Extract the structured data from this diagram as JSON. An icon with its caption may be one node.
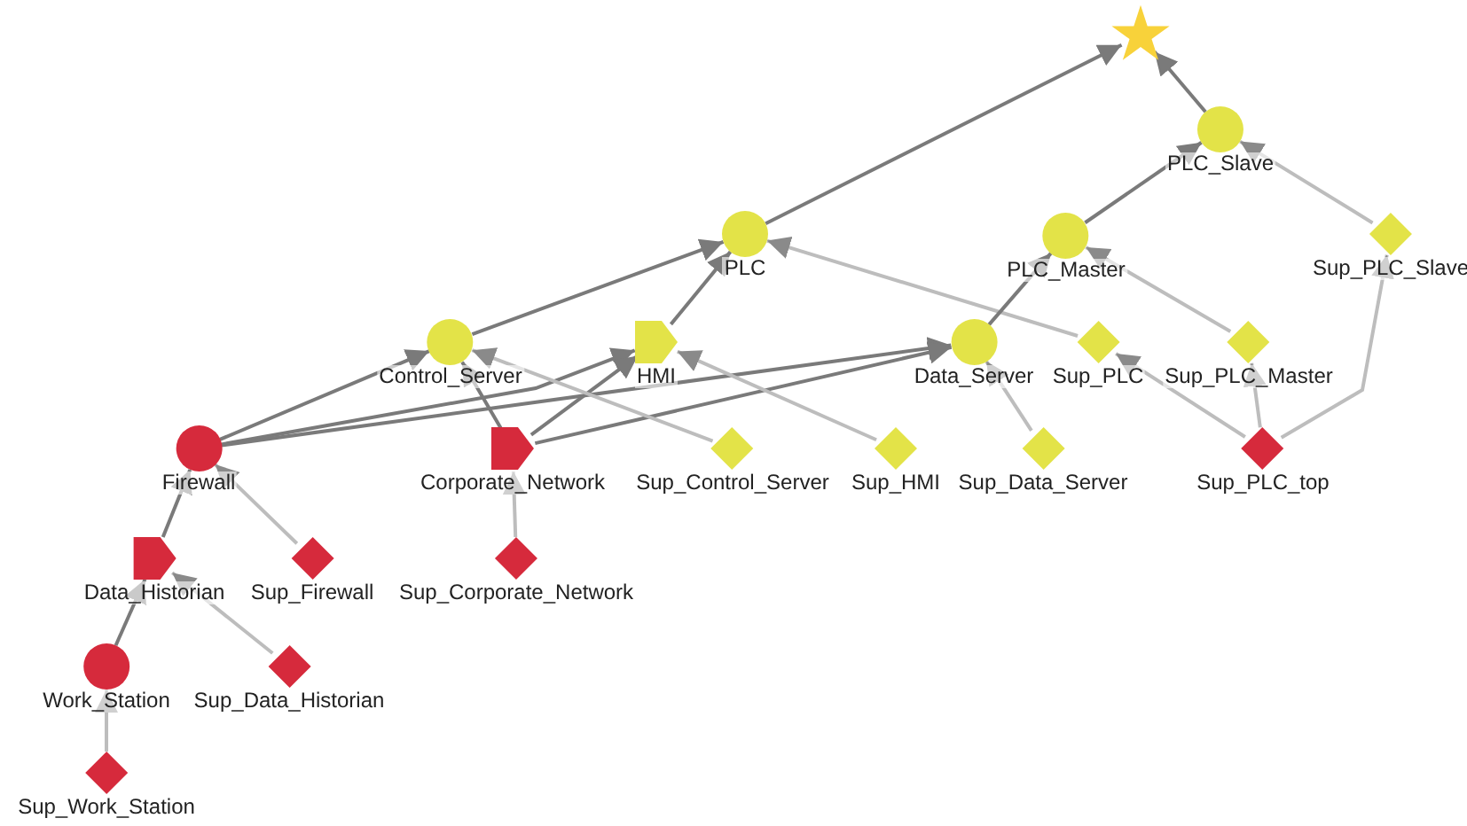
{
  "diagram": {
    "nodes": [
      {
        "text": [],
        "shape": "star"
      },
      {
        "text": [
          "PLC_Slave"
        ]
      },
      {
        "text": [
          "PLC"
        ]
      },
      {
        "text": [
          "PLC_Master"
        ]
      },
      {
        "text": [
          "Sup_PLC_Slave"
        ]
      },
      {
        "text": [
          "Control_Server"
        ]
      },
      {
        "text": [
          "HMI"
        ]
      },
      {
        "text": [
          "Data_Server"
        ]
      },
      {
        "text": [
          "Sup_PLC"
        ]
      },
      {
        "text": [
          "Sup_PLC_Master"
        ]
      },
      {
        "text": [
          "Firewall"
        ]
      },
      {
        "text": [
          "Corporate_Network"
        ]
      },
      {
        "text": [
          "Sup_Control_Server"
        ]
      },
      {
        "text": [
          "Sup_HMI"
        ]
      },
      {
        "text": [
          "Sup_Data_Server"
        ]
      },
      {
        "text": [
          "Sup_PLC_top"
        ]
      },
      {
        "text": [
          "Data_Historian"
        ]
      },
      {
        "text": [
          "Sup_Firewall"
        ]
      },
      {
        "text": [
          "Sup_Corporate_Network"
        ]
      },
      {
        "text": [
          "Work_Station"
        ]
      },
      {
        "text": [
          "Sup_Data_Historian"
        ]
      },
      {
        "text": [
          "Sup_Work_Station"
        ]
      }
    ],
    "edges": [
      {
        "from": 2,
        "to": 0,
        "arrow": "to"
      },
      {
        "from": 1,
        "to": 0,
        "arrow": "to"
      },
      {
        "from": 3,
        "to": 1,
        "arrow": "to"
      },
      {
        "from": 4,
        "to": 1,
        "arrow": "to",
        "color": "#bdbdbd"
      },
      {
        "from": 5,
        "to": 2,
        "arrow": "to"
      },
      {
        "from": 6,
        "to": 2,
        "arrow": "to"
      },
      {
        "from": 8,
        "to": 2,
        "arrow": "to",
        "color": "#bdbdbd"
      },
      {
        "from": 7,
        "to": 3,
        "arrow": "to"
      },
      {
        "from": 9,
        "to": 3,
        "arrow": "to",
        "color": "#bdbdbd"
      },
      {
        "from": 10,
        "to": 5,
        "arrow": "to"
      },
      {
        "from": 10,
        "to": 6,
        "arrow": "to"
      },
      {
        "from": 10,
        "to": 7,
        "arrow": "to"
      },
      {
        "from": 11,
        "to": 5,
        "arrow": "to"
      },
      {
        "from": 11,
        "to": 6,
        "arrow": "to"
      },
      {
        "from": 11,
        "to": 7,
        "arrow": "to"
      },
      {
        "from": 12,
        "to": 5,
        "arrow": "to",
        "color": "#bdbdbd"
      },
      {
        "from": 13,
        "to": 6,
        "arrow": "to",
        "color": "#bdbdbd"
      },
      {
        "from": 14,
        "to": 7,
        "arrow": "to",
        "color": "#bdbdbd"
      },
      {
        "from": 15,
        "to": 8,
        "arrow": "to",
        "color": "#bdbdbd"
      },
      {
        "from": 15,
        "to": 9,
        "arrow": "to",
        "color": "#bdbdbd"
      },
      {
        "from": 15,
        "to": 4,
        "arrow": "to",
        "color": "#bdbdbd"
      },
      {
        "from": 16,
        "to": 10,
        "arrow": "to"
      },
      {
        "from": 17,
        "to": 10,
        "arrow": "to",
        "color": "#bdbdbd"
      },
      {
        "from": 18,
        "to": 11,
        "arrow": "to",
        "color": "#bdbdbd"
      },
      {
        "from": 19,
        "to": 16,
        "arrow": "to"
      },
      {
        "from": 20,
        "to": 16,
        "arrow": "to",
        "color": "#bdbdbd"
      },
      {
        "from": 21,
        "to": 19,
        "arrow": "to",
        "color": "#bdbdbd"
      }
    ]
  }
}
